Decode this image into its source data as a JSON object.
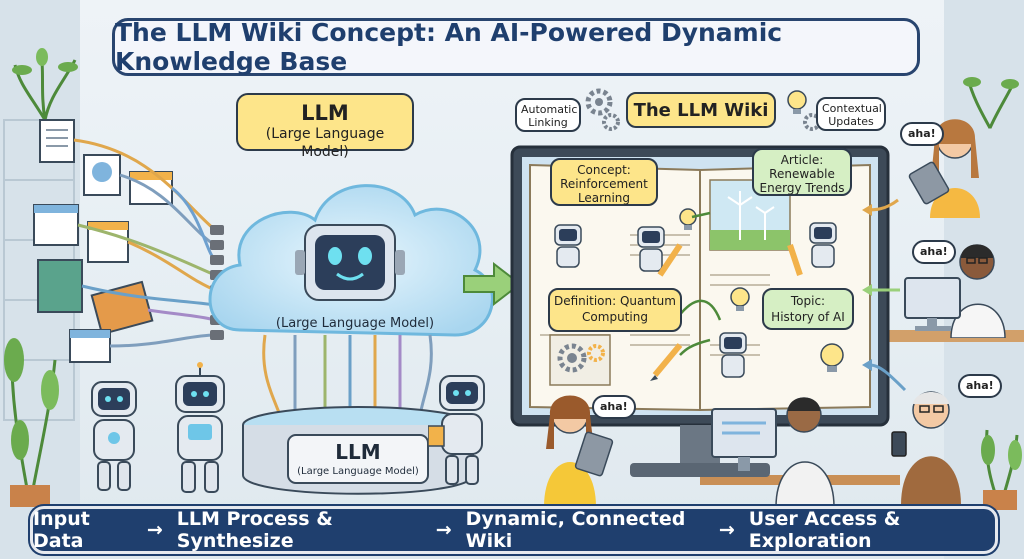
{
  "title": "The LLM Wiki Concept: An AI-Powered Dynamic Knowledge Base",
  "llm_bubble": {
    "heading": "LLM",
    "subtitle": "(Large Language Model)"
  },
  "cloud_label": "(Large Language Model)",
  "server": {
    "heading": "LLM",
    "subtitle": "(Large Language Model)"
  },
  "wiki": {
    "title": "The LLM Wiki",
    "automatic_linking": "Automatic Linking",
    "contextual_updates": "Contextual Updates",
    "concept": "Concept: Reinforcement Learning",
    "article": "Article: Renewable Energy Trends",
    "definition": "Definition: Quantum Computing",
    "topic": "Topic: History of AI"
  },
  "aha_label": "aha!",
  "footer": {
    "steps": [
      "Input Data",
      "LLM Process & Synthesize",
      "Dynamic, Connected Wiki",
      "User Access & Exploration"
    ],
    "arrow": "→"
  },
  "colors": {
    "title_border": "#29456f",
    "footer_bg": "#1f3f6e",
    "cloud": "#bfe4f7",
    "wiki_yellow": "#fde58a",
    "wiki_green": "#d6efc4"
  },
  "icons": [
    "document-icon",
    "book-icon",
    "robot-icon",
    "gear-icon",
    "lightbulb-icon",
    "pencil-icon",
    "wind-turbine-icon",
    "tablet-icon",
    "monitor-icon",
    "phone-icon",
    "plant-icon"
  ]
}
